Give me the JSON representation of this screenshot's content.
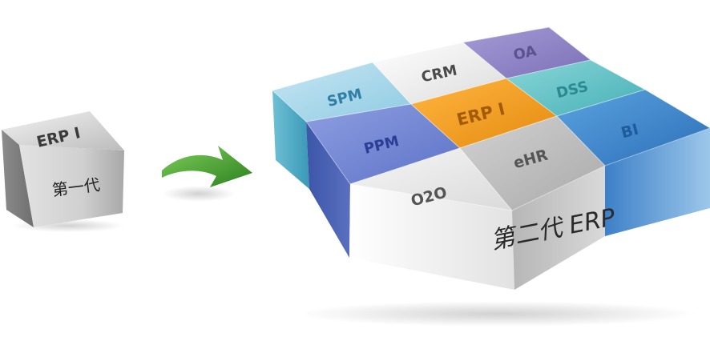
{
  "small_cube": {
    "top_label": "ERP I",
    "front_label": "第一代"
  },
  "big_block": {
    "caption": "第二代 ERP",
    "modules": {
      "spm": "SPM",
      "crm": "CRM",
      "oa": "OA",
      "ppm": "PPM",
      "erp": "ERP I",
      "dss": "DSS",
      "bi": "BI",
      "o2o": "O2O",
      "ehr": "eHR"
    }
  },
  "colors": {
    "spm": "#a9d6e8",
    "crm": "#eeeeee",
    "oa": "#8f84c4",
    "ppm": "#7487d4",
    "erp": "#f4a020",
    "dss": "#63c6c8",
    "bi": "#3a88cf",
    "o2o": "#e9e9e9",
    "ehr": "#bdbdbd",
    "arrow": "#3f9b2c"
  },
  "icons": {
    "arrow": "curved-right-arrow-icon"
  }
}
